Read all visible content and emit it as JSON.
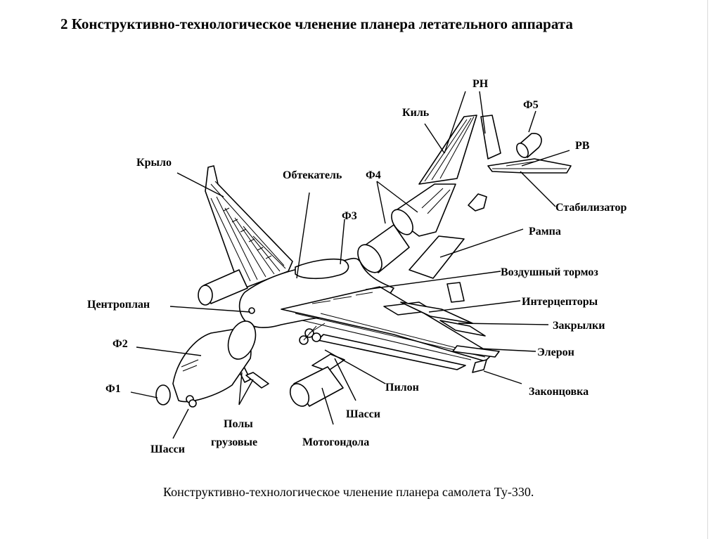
{
  "title": "2 Конструктивно-технологическое членение планера летательного аппарата",
  "caption": "Конструктивно-технологическое членение планера самолета Ту-330.",
  "labels": {
    "rn": "РН",
    "kil": "Киль",
    "f5": "Ф5",
    "rv": "РВ",
    "krylo": "Крыло",
    "obtekatel": "Обтекатель",
    "f4": "Ф4",
    "f3": "Ф3",
    "stabilizator": "Стабилизатор",
    "rampa": "Рампа",
    "vozdushny_tormoz": "Воздушный тормоз",
    "tsentroplan": "Центроплан",
    "interceptory": "Интерцепторы",
    "zakrylki": "Закрылки",
    "f2": "Ф2",
    "eleron": "Элерон",
    "f1": "Ф1",
    "pilon": "Пилон",
    "zakontsovka": "Законцовка",
    "shassi_main": "Шасси",
    "shassi_nose": "Шасси",
    "poly_line1": "Полы",
    "poly_line2": "грузовые",
    "motogondola": "Мотогондола"
  }
}
